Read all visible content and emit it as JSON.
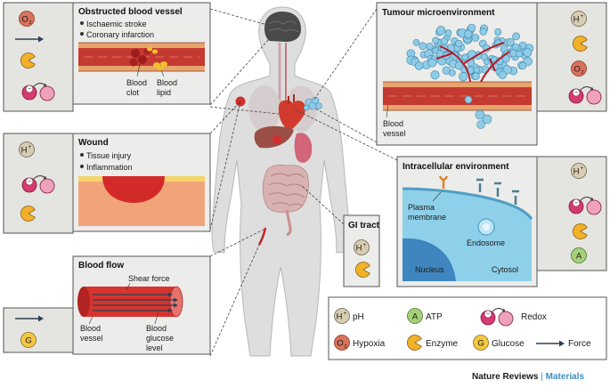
{
  "panels": {
    "obstructed": {
      "title": "Obstructed blood vessel",
      "bullets": [
        "Ischaemic stroke",
        "Coronary infarction"
      ],
      "labels": {
        "clot": [
          "Blood",
          "clot"
        ],
        "lipid": [
          "Blood",
          "lipid"
        ]
      }
    },
    "wound": {
      "title": "Wound",
      "bullets": [
        "Tissue injury",
        "Inflammation"
      ]
    },
    "bloodflow": {
      "title": "Blood flow",
      "shear": "Shear force",
      "vessel": [
        "Blood",
        "vessel"
      ],
      "glucose": [
        "Blood",
        "glucose",
        "level"
      ]
    },
    "tumour": {
      "title": "Tumour microenvironment",
      "vessel": [
        "Blood",
        "vessel"
      ]
    },
    "intracellular": {
      "title": "Intracellular environment",
      "plasma": [
        "Plasma",
        "membrane"
      ],
      "endosome": "Endosome",
      "nucleus": "Nucleus",
      "cytosol": "Cytosol"
    },
    "gi": {
      "title": "GI tract"
    }
  },
  "symbols": {
    "h_plus": "H",
    "h_sup": "+",
    "o2": "O",
    "o2_sub": "2",
    "atp": "A",
    "glucose": "G",
    "minus": "−"
  },
  "legend": {
    "row1": [
      {
        "label": "pH"
      },
      {
        "label": "ATP"
      },
      {
        "label": "Redox"
      }
    ],
    "row2": [
      {
        "label": "Hypoxia"
      },
      {
        "label": "Enzyme"
      },
      {
        "label": "Glucose"
      },
      {
        "label": "Force"
      }
    ]
  },
  "brand": {
    "name": "Nature Reviews",
    "separator": "|",
    "journal": "Materials"
  },
  "colors": {
    "body": "#dedede",
    "blood": "#c8262b",
    "tumour": "#7fbcd9",
    "hplus": "#d8ccb2",
    "o2": "#d9725c",
    "atp": "#a6cf7a",
    "glucose": "#f4c842",
    "enzyme": "#f2b12b",
    "redox": "#d83a72"
  }
}
